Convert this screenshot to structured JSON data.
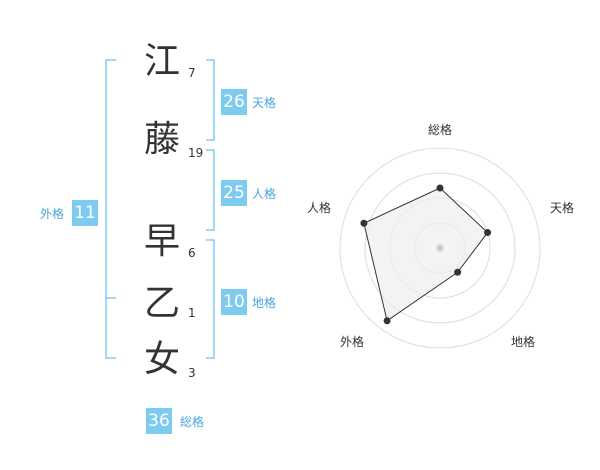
{
  "name": {
    "characters": [
      {
        "char": "江",
        "strokes": "7"
      },
      {
        "char": "藤",
        "strokes": "19"
      },
      {
        "char": "早",
        "strokes": "6"
      },
      {
        "char": "乙",
        "strokes": "1"
      },
      {
        "char": "女",
        "strokes": "3"
      }
    ]
  },
  "kaku": {
    "tenkaku": {
      "value": "26",
      "label": "天格"
    },
    "jinkaku": {
      "value": "25",
      "label": "人格"
    },
    "chikaku": {
      "value": "10",
      "label": "地格"
    },
    "gaikaku": {
      "value": "11",
      "label": "外格"
    },
    "soukaku": {
      "value": "36",
      "label": "総格"
    }
  },
  "chart_data": {
    "type": "radar",
    "axes": [
      "総格",
      "天格",
      "地格",
      "外格",
      "人格"
    ],
    "values": [
      0.6,
      0.5,
      0.3,
      0.9,
      0.8
    ],
    "rings": 4,
    "colors": {
      "bracket": "#7ecbf0",
      "fill": "#eeeeee",
      "ring": "#dddddd",
      "line": "#333333",
      "point": "#333333",
      "center": "#cccccc"
    }
  }
}
